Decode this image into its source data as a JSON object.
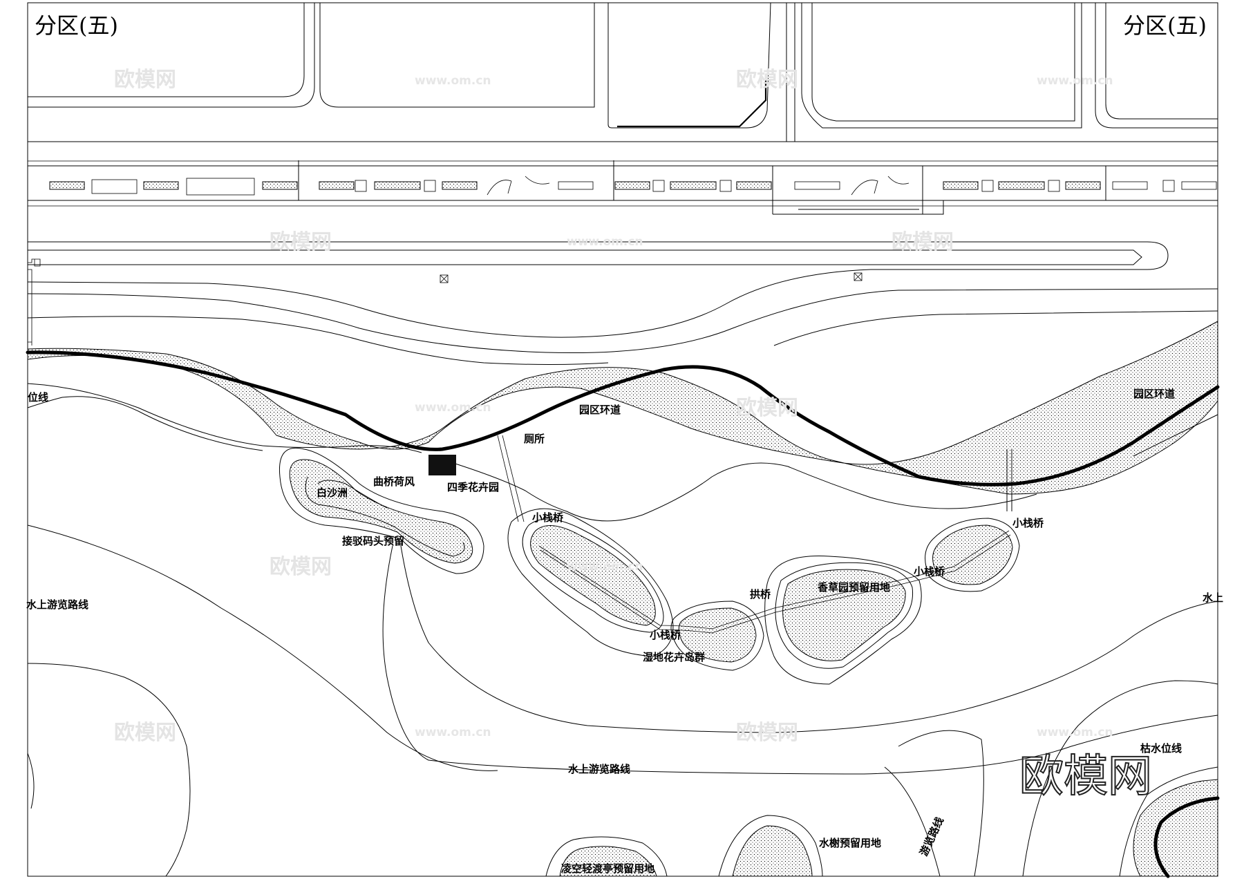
{
  "title_left": "分区(五)",
  "title_right": "分区(五)",
  "watermark_text": "欧模网",
  "watermark_url": "www.om.cn",
  "labels": {
    "ring_road_1": "园区环道",
    "ring_road_2": "园区环道",
    "toilet": "厕所",
    "four_season_garden": "四季花卉园",
    "curved_bridge": "曲桥荷风",
    "white_sand_islet": "白沙洲",
    "ferry_dock": "接驳码头预留",
    "trestle_1": "小栈桥",
    "trestle_2": "小栈桥",
    "trestle_3": "小栈桥",
    "trestle_4": "小栈桥",
    "arch_bridge": "拱桥",
    "herb_garden": "香草园预留用地",
    "wetland_islands": "湿地花卉岛群",
    "water_tour_1": "水上游览路线",
    "water_tour_2": "水上游览路线",
    "water_tour_right": "水上",
    "line_left": "位线",
    "dry_water_line": "枯水位线",
    "pavilion": "凌空轻渡亭预留用地",
    "waterside_pavilion": "水榭预留用地",
    "route_partial": "游览路线"
  }
}
